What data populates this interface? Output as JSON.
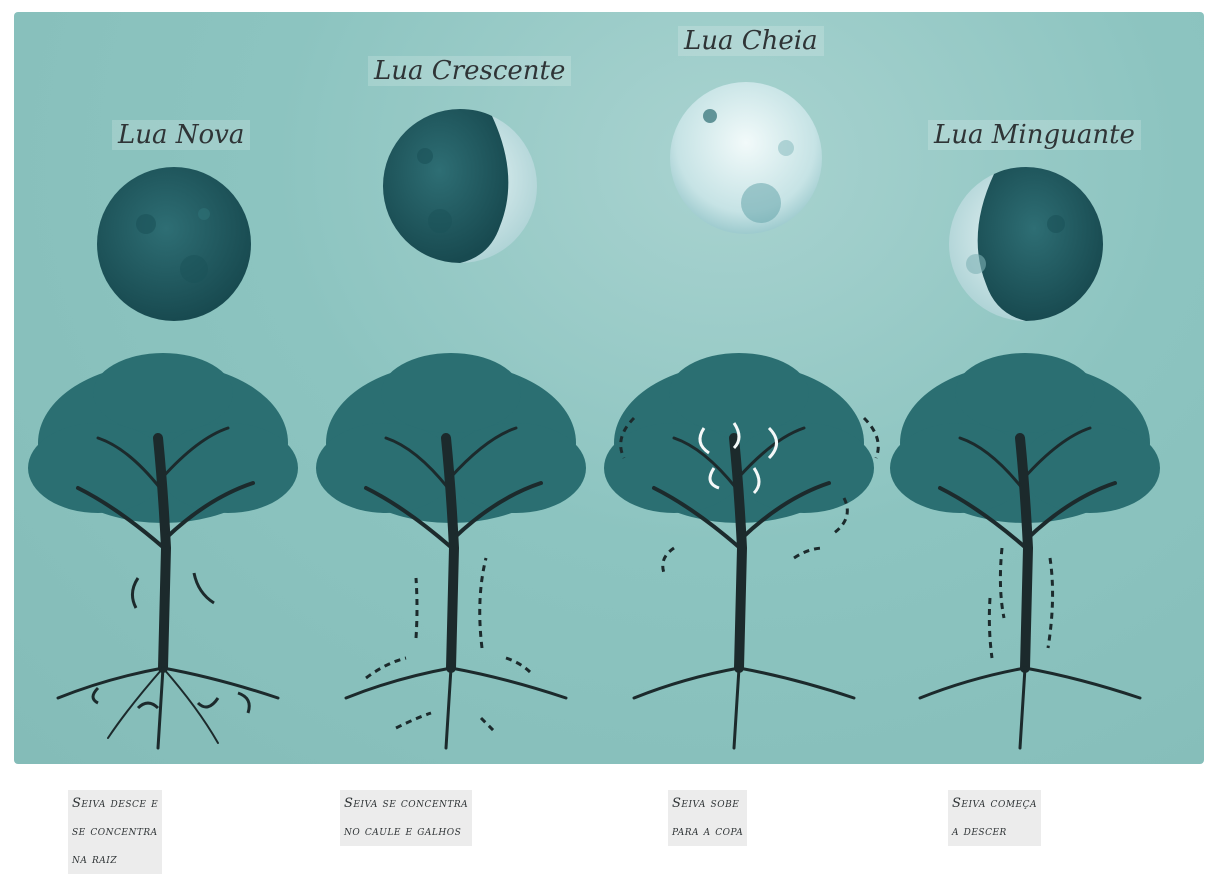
{
  "phases": [
    {
      "title": "Lua Nova",
      "icon": "new-moon-icon",
      "caption": [
        "Seiva desce e",
        "se concentra",
        "na raiz"
      ]
    },
    {
      "title": "Lua Crescente",
      "icon": "waxing-moon-icon",
      "caption": [
        "Seiva se concentra",
        "no caule e galhos"
      ]
    },
    {
      "title": "Lua Cheia",
      "icon": "full-moon-icon",
      "caption": [
        "Seiva sobe",
        "para a copa"
      ]
    },
    {
      "title": "Lua Minguante",
      "icon": "waning-moon-icon",
      "caption": [
        "Seiva começa",
        "a descer"
      ]
    }
  ],
  "colors": {
    "background": "#8cc4c0",
    "moon_dark": "#1f5c63",
    "moon_light": "#d8ecef",
    "tree": "#2b6f72",
    "trunk": "#1c2a2c",
    "caption_bg": "#ececec",
    "text": "#2f3436"
  }
}
